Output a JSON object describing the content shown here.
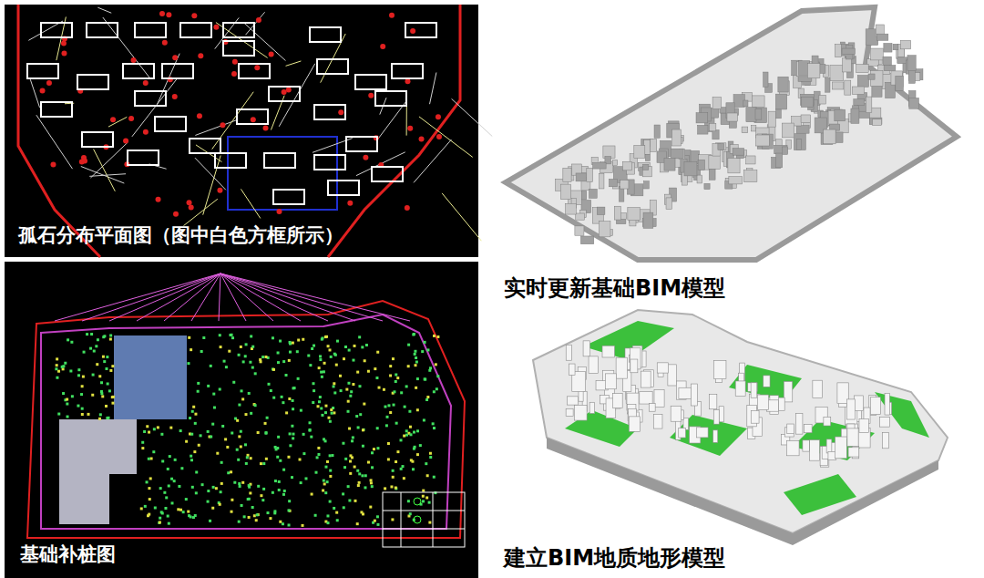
{
  "diagram": {
    "labels": [
      "孤石分布平面图（图中白色方框所示）",
      "基础补桩图",
      "实时更新基础BIM模型",
      "建立BIM地质地形模型"
    ]
  }
}
